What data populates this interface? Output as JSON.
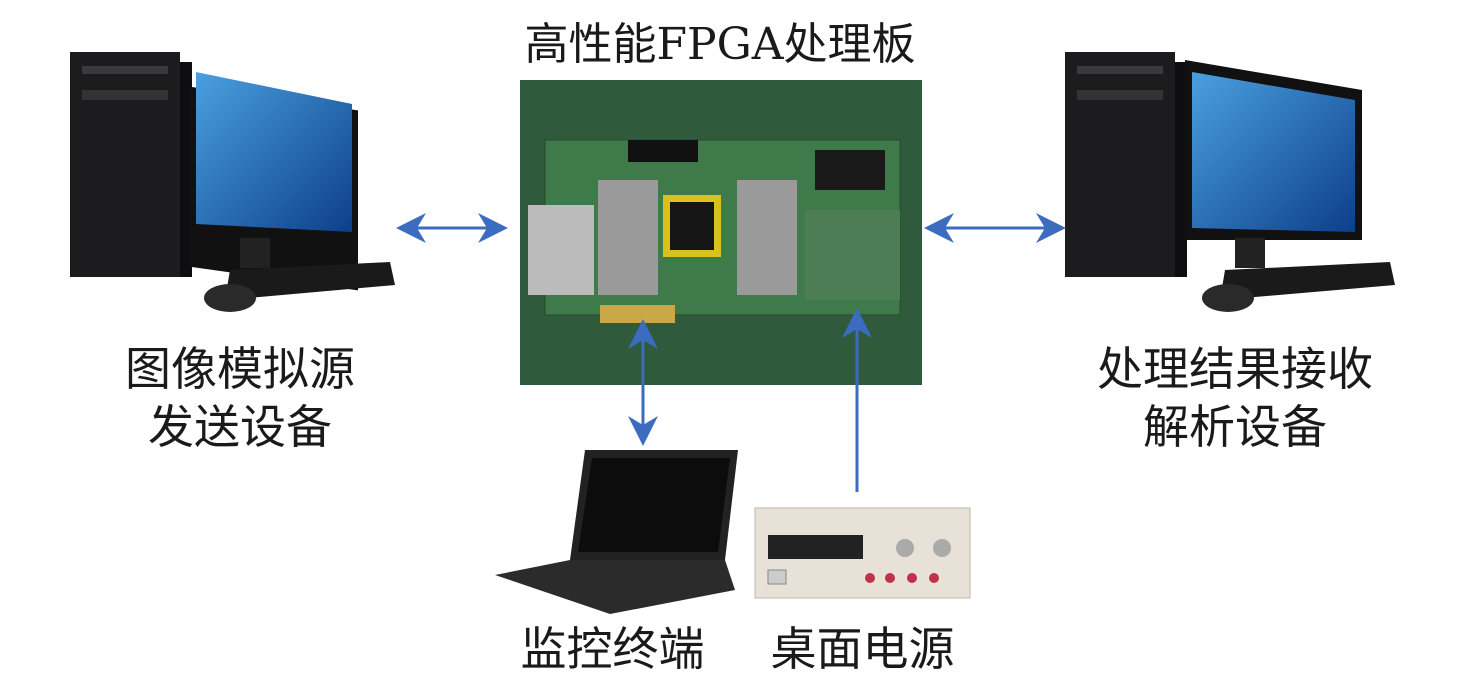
{
  "title": "高性能FPGA处理板",
  "nodes": {
    "source": {
      "line1": "图像模拟源",
      "line2": "发送设备"
    },
    "receiver": {
      "line1": "处理结果接收",
      "line2": "解析设备"
    },
    "monitor": {
      "label": "监控终端"
    },
    "power": {
      "label": "桌面电源"
    }
  },
  "colors": {
    "arrow": "#3b6cc0",
    "board": "#2f5a3c"
  }
}
